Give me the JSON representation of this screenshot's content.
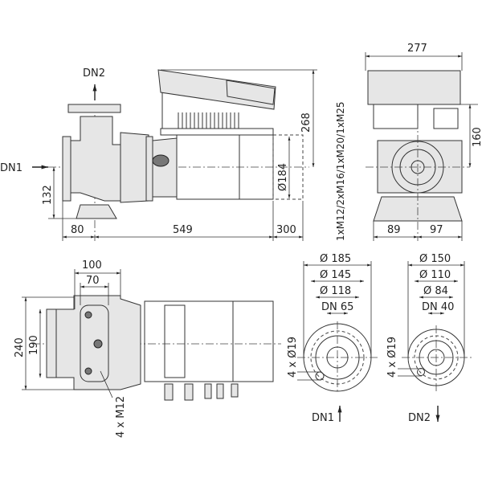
{
  "side_view": {
    "labels": {
      "inlet": "DN1",
      "outlet": "DN2"
    },
    "dimensions": {
      "height_axis": "132",
      "flange_to_axis": "80",
      "length": "549",
      "removal_clearance": "300",
      "top_height": "268",
      "motor_diameter": "Ø184"
    }
  },
  "end_view": {
    "dimensions": {
      "width": "277",
      "height": "160",
      "left_foot": "89",
      "right_foot": "97"
    },
    "cable_glands": "1xM12/2xM16/1xM20/1xM25"
  },
  "plan_view": {
    "dimensions": {
      "foot_outer": "100",
      "foot_inner": "70",
      "depth_outer": "240",
      "depth_inner": "190",
      "bolts": "4 x M12"
    }
  },
  "flange_dn1": {
    "outer": "Ø 185",
    "bolt_circle": "Ø 145",
    "raised_face": "Ø 118",
    "nominal": "DN 65",
    "holes": "4 x Ø19",
    "label": "DN1"
  },
  "flange_dn2": {
    "outer": "Ø 150",
    "bolt_circle": "Ø 110",
    "raised_face": "Ø 84",
    "nominal": "DN 40",
    "holes": "4 x Ø19",
    "label": "DN2"
  }
}
